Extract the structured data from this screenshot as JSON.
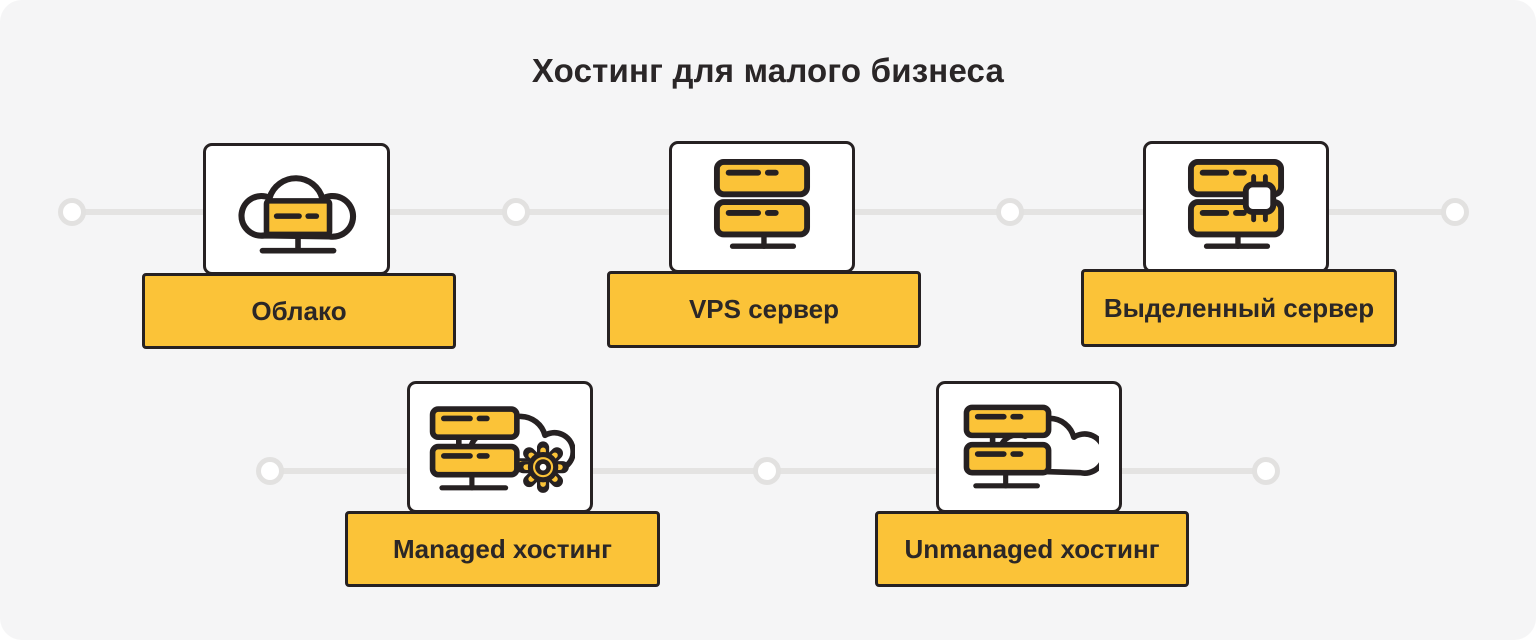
{
  "title": "Хостинг для малого бизнеса",
  "cards": [
    {
      "label": "Облако",
      "icon": "cloud-server-icon"
    },
    {
      "label": "VPS сервер",
      "icon": "server-stack-icon"
    },
    {
      "label": "Выделенный сервер",
      "icon": "server-cpu-icon"
    },
    {
      "label": "Managed хостинг",
      "icon": "server-cloud-gear-icon"
    },
    {
      "label": "Unmanaged хостинг",
      "icon": "server-cloud-icon"
    }
  ],
  "colors": {
    "background": "#F5F5F6",
    "accent_yellow": "#FBC338",
    "outline_dark": "#262122",
    "connector_gray": "#E4E3E2",
    "card_white": "#FFFFFF"
  }
}
